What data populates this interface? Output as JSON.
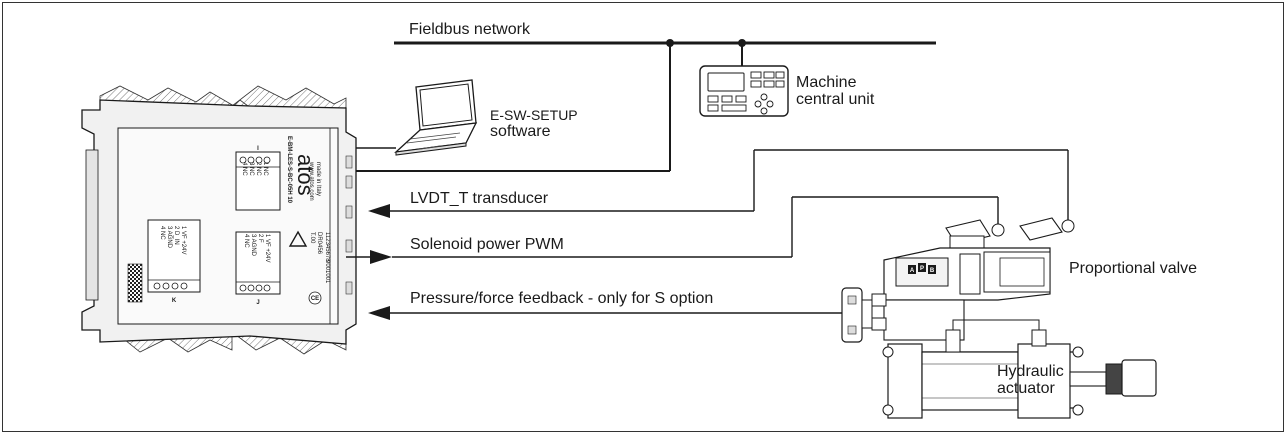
{
  "labels": {
    "fieldbus": "Fieldbus network",
    "software_line1": "E-SW-SETUP",
    "software_line2": "software",
    "machine_line1": "Machine",
    "machine_line2": "central unit",
    "lvdt": "LVDT_T transducer",
    "solenoid": "Solenoid power PWM",
    "feedback": "Pressure/force feedback - only for S option",
    "valve": "Proportional valve",
    "actuator_line1": "Hydraulic",
    "actuator_line2": "actuator"
  },
  "driver": {
    "brand": "atos",
    "model": "E-BM-LES-S-BC-05H 10",
    "web": "www.atos.com",
    "origin": "made in Italy",
    "connector_upper": "I",
    "connector_lower_right": "J",
    "connector_left": "K",
    "pins_i": [
      "1 NC",
      "2 NC",
      "3 NC",
      "4 NC"
    ],
    "pins_j": [
      "1 VF +24V",
      "2 F",
      "3 AGND",
      "4 NC"
    ],
    "pins_k": [
      "1 VF +24V",
      "2 D_IN",
      "3 AGND",
      "4 NC"
    ],
    "side_text_1": "DR0456",
    "side_text_2": "T.00",
    "side_text_3": "112345678",
    "side_text_4": "9001001",
    "ce_mark": "CE"
  },
  "valve": {
    "port_a": "A",
    "port_p": "P",
    "port_b": "B"
  }
}
